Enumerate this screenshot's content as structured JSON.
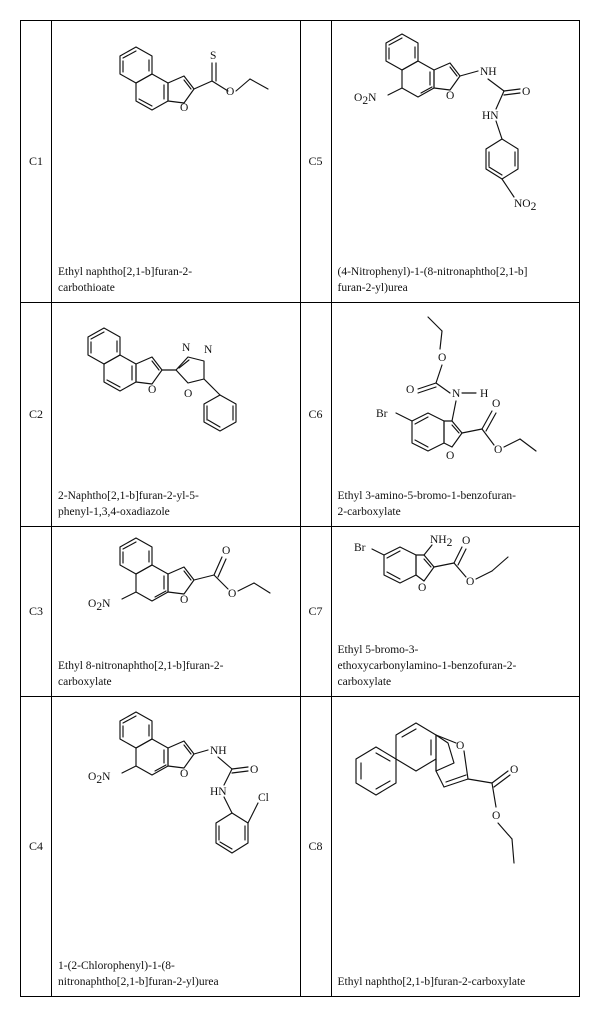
{
  "compounds": [
    {
      "id": "C1",
      "name_line1": "Ethyl naphtho[2,1-b]furan-2-",
      "name_line2": "carbothioate"
    },
    {
      "id": "C5",
      "name_line1": "(4-Nitrophenyl)-1-(8-nitronaphtho[2,1-b]",
      "name_line2": "furan-2-yl)urea"
    },
    {
      "id": "C2",
      "name_line1": "2-Naphtho[2,1-b]furan-2-yl-5-",
      "name_line2": "phenyl-1,3,4-oxadiazole"
    },
    {
      "id": "C6",
      "name_line1": "Ethyl 3-amino-5-bromo-1-benzofuran-",
      "name_line2": "2-carboxylate"
    },
    {
      "id": "C3",
      "name_line1": "Ethyl 8-nitronaphtho[2,1-b]furan-2-",
      "name_line2": "carboxylate"
    },
    {
      "id": "C7",
      "name_line1": "Ethyl 5-bromo-3-",
      "name_line2": "ethoxycarbonylamino-1-benzofuran-2-",
      "name_line3": "carboxylate"
    },
    {
      "id": "C4",
      "name_line1": "1-(2-Chlorophenyl)-1-(8-",
      "name_line2": "nitronaphtho[2,1-b]furan-2-yl)urea"
    },
    {
      "id": "C8",
      "name_line1": "Ethyl naphtho[2,1-b]furan-2-carboxylate",
      "name_line2": ""
    }
  ],
  "atoms": {
    "S": "S",
    "O": "O",
    "N": "N",
    "NH": "NH",
    "HN": "HN",
    "H": "H",
    "Br": "Br",
    "Cl": "Cl",
    "NO2_left": "O",
    "NO2_left_sub": "2",
    "NO2_left_N": "N",
    "NO2_right": "NO",
    "NO2_right_sub": "2",
    "NH2": "NH",
    "NH2_sub": "2"
  }
}
